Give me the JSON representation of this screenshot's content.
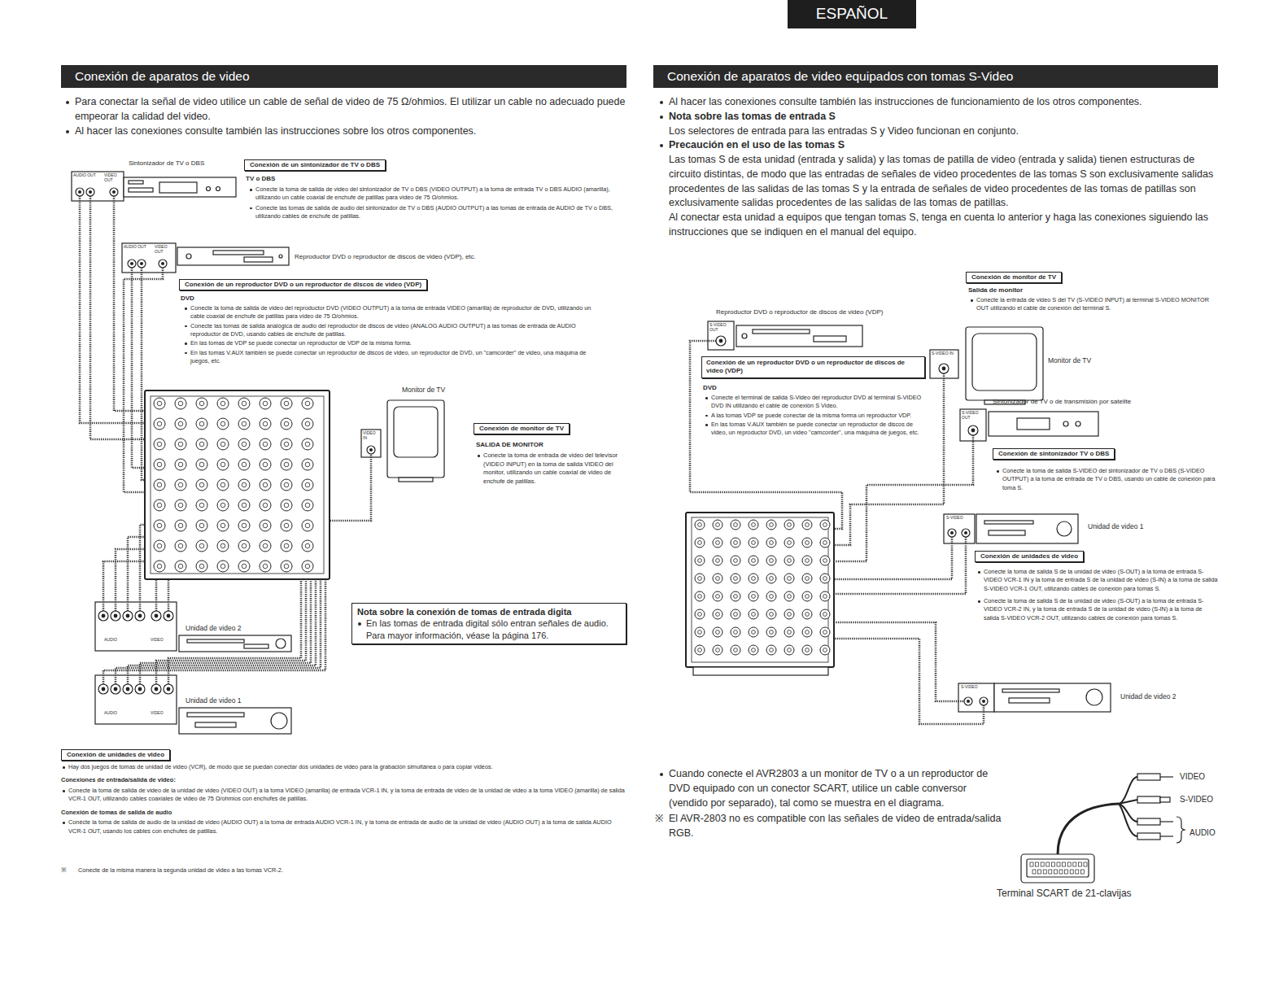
{
  "diagram": {
    "nodes": [
      {
        "text": [
          "ESPAÑOL"
        ]
      },
      {
        "text": [
          "Conexión de aparatos de video"
        ]
      },
      {
        "text": [
          "Conexión de aparatos de video equipados con tomas S-Video"
        ]
      },
      {
        "text": [
          "Conexión de un sintonizador de TV o DBS"
        ]
      },
      {
        "text": [
          "Conexión de un reproductor DVD o un reproductor de discos de video (VDP)"
        ]
      },
      {
        "text": [
          "Conexión de monitor de TV"
        ]
      },
      {
        "text": [
          "Nota sobre la conexión de tomas de entrada digita",
          "En las tomas de entrada digital sólo entran señales de audio. Para mayor información, véase la página 176."
        ]
      },
      {
        "text": [
          "Conexión de unidades de video"
        ]
      },
      {
        "text": [
          "Conexión de monitor de TV"
        ]
      },
      {
        "text": [
          "Conexión de un reproductor DVD o un reproductor de discos de video (VDP)"
        ]
      },
      {
        "text": [
          "Conexión de sintonizador TV o DBS"
        ]
      },
      {
        "text": [
          "Conexión de unidades de video"
        ]
      }
    ],
    "labels": [
      "Para conectar la señal de video utilice un cable de señal de video de 75 Ω/ohmios. El utilizar un cable no adecuado puede empeorar la calidad del video.",
      "Al hacer las conexiones consulte también las instrucciones sobre los otros componentes.",
      "Sintonizador de TV o DBS",
      "TV o DBS",
      "Conecte la toma de salida de video del sintonizador de TV o DBS (VIDEO OUTPUT) a la toma de entrada TV o DBS AUDIO (amarilla), utilizando un cable coaxial de enchufe de patillas para video de 75 Ω/ohmios.",
      "Conecte las tomas de salida de audio del sintonizador de TV o DBS (AUDIO OUTPUT) a las tomas de entrada de AUDIO de TV o DBS, utilizando cables de enchufe de patillas.",
      "Reproductor DVD o reproductor de discos de video (VDP), etc.",
      "DVD",
      "Conecte la toma de salida de video del reproductor DVD (VIDEO OUTPUT) a la toma de entrada VIDEO (amarilla) de reproductor de DVD, utilizando un cable coaxial de enchufe de patillas para video de 75 Ω/ohmios.",
      "Conecte las tomas de salida analógica de audio del reproductor de discos de video (ANALOG AUDIO OUTPUT) a las tomas de entrada de AUDIO reproductor de DVD, usando cables de enchufe de patillas.",
      "En las tomas de VDP se puede conectar un reproductor de VDP de la misma forma.",
      "En las tomas V.AUX también se puede conectar un reproductor de discos de video, un reproductor de DVD, un \"camcorder\" de video, una máquina de juegos, etc.",
      "Monitor de TV",
      "SALIDA DE MONITOR",
      "Conecte la toma de entrada de video del televisor (VIDEO INPUT) en la toma de salida VIDEO del monitor, utilizando un cable coaxial de video de enchufe de patillas.",
      "Unidad de video 2",
      "Unidad de video 1",
      "Hay dos juegos de tomas de unidad de video (VCR), de modo que se puedan conectar dos unidades de video para la grabación simultánea o para copiar videos.",
      "Conexiones de entrada/salida de video:",
      "Conecte la toma de salida de video de la unidad de video (VIDEO OUT) a la toma VIDEO (amarilla) de entrada VCR-1 IN, y la toma de entrada de video de la unidad de video a la toma VIDEO (amarilla) de salida VCR-1 OUT, utilizando cables coaxiales de video de 75 Ω/ohmios con enchufes de patillas.",
      "Conexión de tomas de salida de audio",
      "Conécte la toma de salida de audio de la unidad de video (AUDIO OUT) a la toma de entrada AUDIO VCR-1 IN, y la toma de entrada de audio de la unidad de video (AUDIO OUT) a la toma de salida AUDIO VCR-1 OUT, usando los cables con enchufes de patillas.",
      "※",
      "Conecte de la misma manera la segunda unidad de video a las tomas VCR-2.",
      "AUDIO OUT",
      "VIDEO OUT",
      "AUDIO OUT",
      "VIDEO OUT",
      "VIDEO IN",
      "AUDIO",
      "VIDEO",
      "AUDIO",
      "VIDEO",
      "Al hacer las conexiones consulte también las instrucciones de funcionamiento de los otros componentes.",
      "Nota sobre las tomas de entrada S",
      "Los selectores de entrada para las entradas S y Video funcionan en conjunto.",
      "Precaución en el uso de las tomas S",
      "Las tomas S de esta unidad (entrada y salida) y las tomas de patilla de video (entrada y salida) tienen estructuras de circuito distintas, de modo que las entradas de señales de video procedentes de las tomas S son exclusivamente salidas procedentes de las salidas de las tomas S y la entrada de señales de video procedentes de las tomas de patillas son exclusivamente salidas procedentes de las salidas de las tomas de patillas.",
      "Al conectar esta unidad a equipos que tengan tomas S, tenga en cuenta lo anterior y haga las conexiones siguiendo las instrucciones que se indiquen en el manual del equipo.",
      "Salida de monitor",
      "Conecte la entrada de video S del TV (S-VIDEO INPUT) al terminal S-VIDEO MONITOR OUT utilizando el cable de conexión del terminal S.",
      "Reproductor DVD o reproductor de discos de video (VDP)",
      "DVD",
      "Conecte el terminal de salida S-Video del reproductor DVD al terminal S-VIDEO DVD IN utilizando el cable de conexión S Video.",
      "A las tomas VDP se puede conectar de la misma forma un reproductor VDP.",
      "En las tomas V.AUX también se puede conectar un reproductor de discos de video, un reproductor DVD, un video \"camcorder\", una máquina de juegos, etc.",
      "Monitor de TV",
      "Sintonizador de TV o de transmisión por satelite",
      "Conecte la toma de salida S-VIDEO del sintonizador de TV o DBS (S-VIDEO OUTPUT) a la toma de entrada de TV o DBS, usando un cable de conexión para toma S.",
      "Unidad de video 1",
      "Conecte la toma de salida S de la unidad de video (S-OUT) a la toma de entrada S-VIDEO VCR-1 IN y la toma de entrada S de la unidad de video (S-IN) a la toma de salida S-VIDEO VCR-1 OUT, utilizando cables de conexión para tomas S.",
      "Conecte la toma de salida S de la unidad de video (S-OUT) a la toma de entrada S-VIDEO VCR-2 IN, y la toma de entrada S de la unidad de video (S-IN) a la toma de salida S-VIDEO VCR-2 OUT, utilizando cables de conexión para tomas S.",
      "Unidad de video 2",
      "Cuando conecte el AVR2803 a un monitor de TV o a un reproductor de DVD equipado con un conector SCART, utilice un cable conversor (vendido por separado), tal como se muestra en el diagrama.",
      "※",
      "El AVR-2803 no es compatible con las señales de video de entrada/salida RGB.",
      "VIDEO",
      "S-VIDEO",
      "AUDIO",
      "Terminal SCART de 21-clavijas",
      "S-VIDEO OUT",
      "S-VIDEO IN",
      "S-VIDEO OUT",
      "S-VIDEO",
      "S-VIDEO"
    ]
  }
}
